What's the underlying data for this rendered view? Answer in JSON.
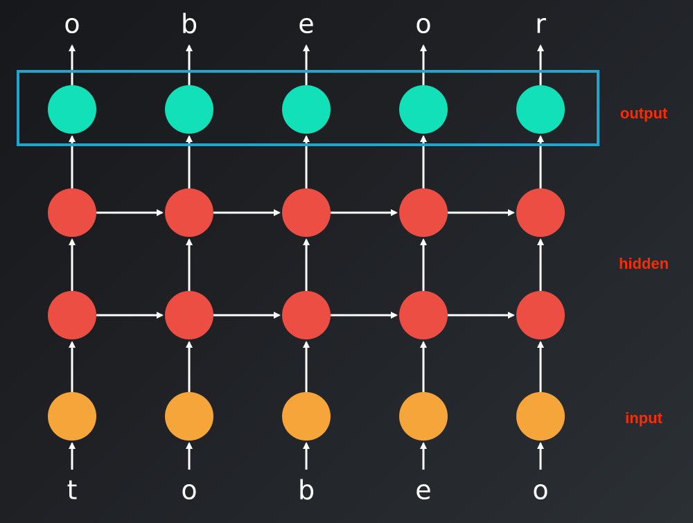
{
  "labels": {
    "output": "output",
    "hidden": "hidden",
    "input": "input"
  },
  "input_chars": [
    "t",
    "o",
    "b",
    "e",
    "o"
  ],
  "output_chars": [
    "o",
    "b",
    "e",
    "o",
    "r"
  ],
  "colors": {
    "output_node": "#12e0b8",
    "hidden_node": "#ec4e44",
    "input_node": "#f5a53a",
    "highlight_box": "#1ea6cf",
    "label_text": "#ff2a00",
    "arrow": "#ffffff"
  }
}
